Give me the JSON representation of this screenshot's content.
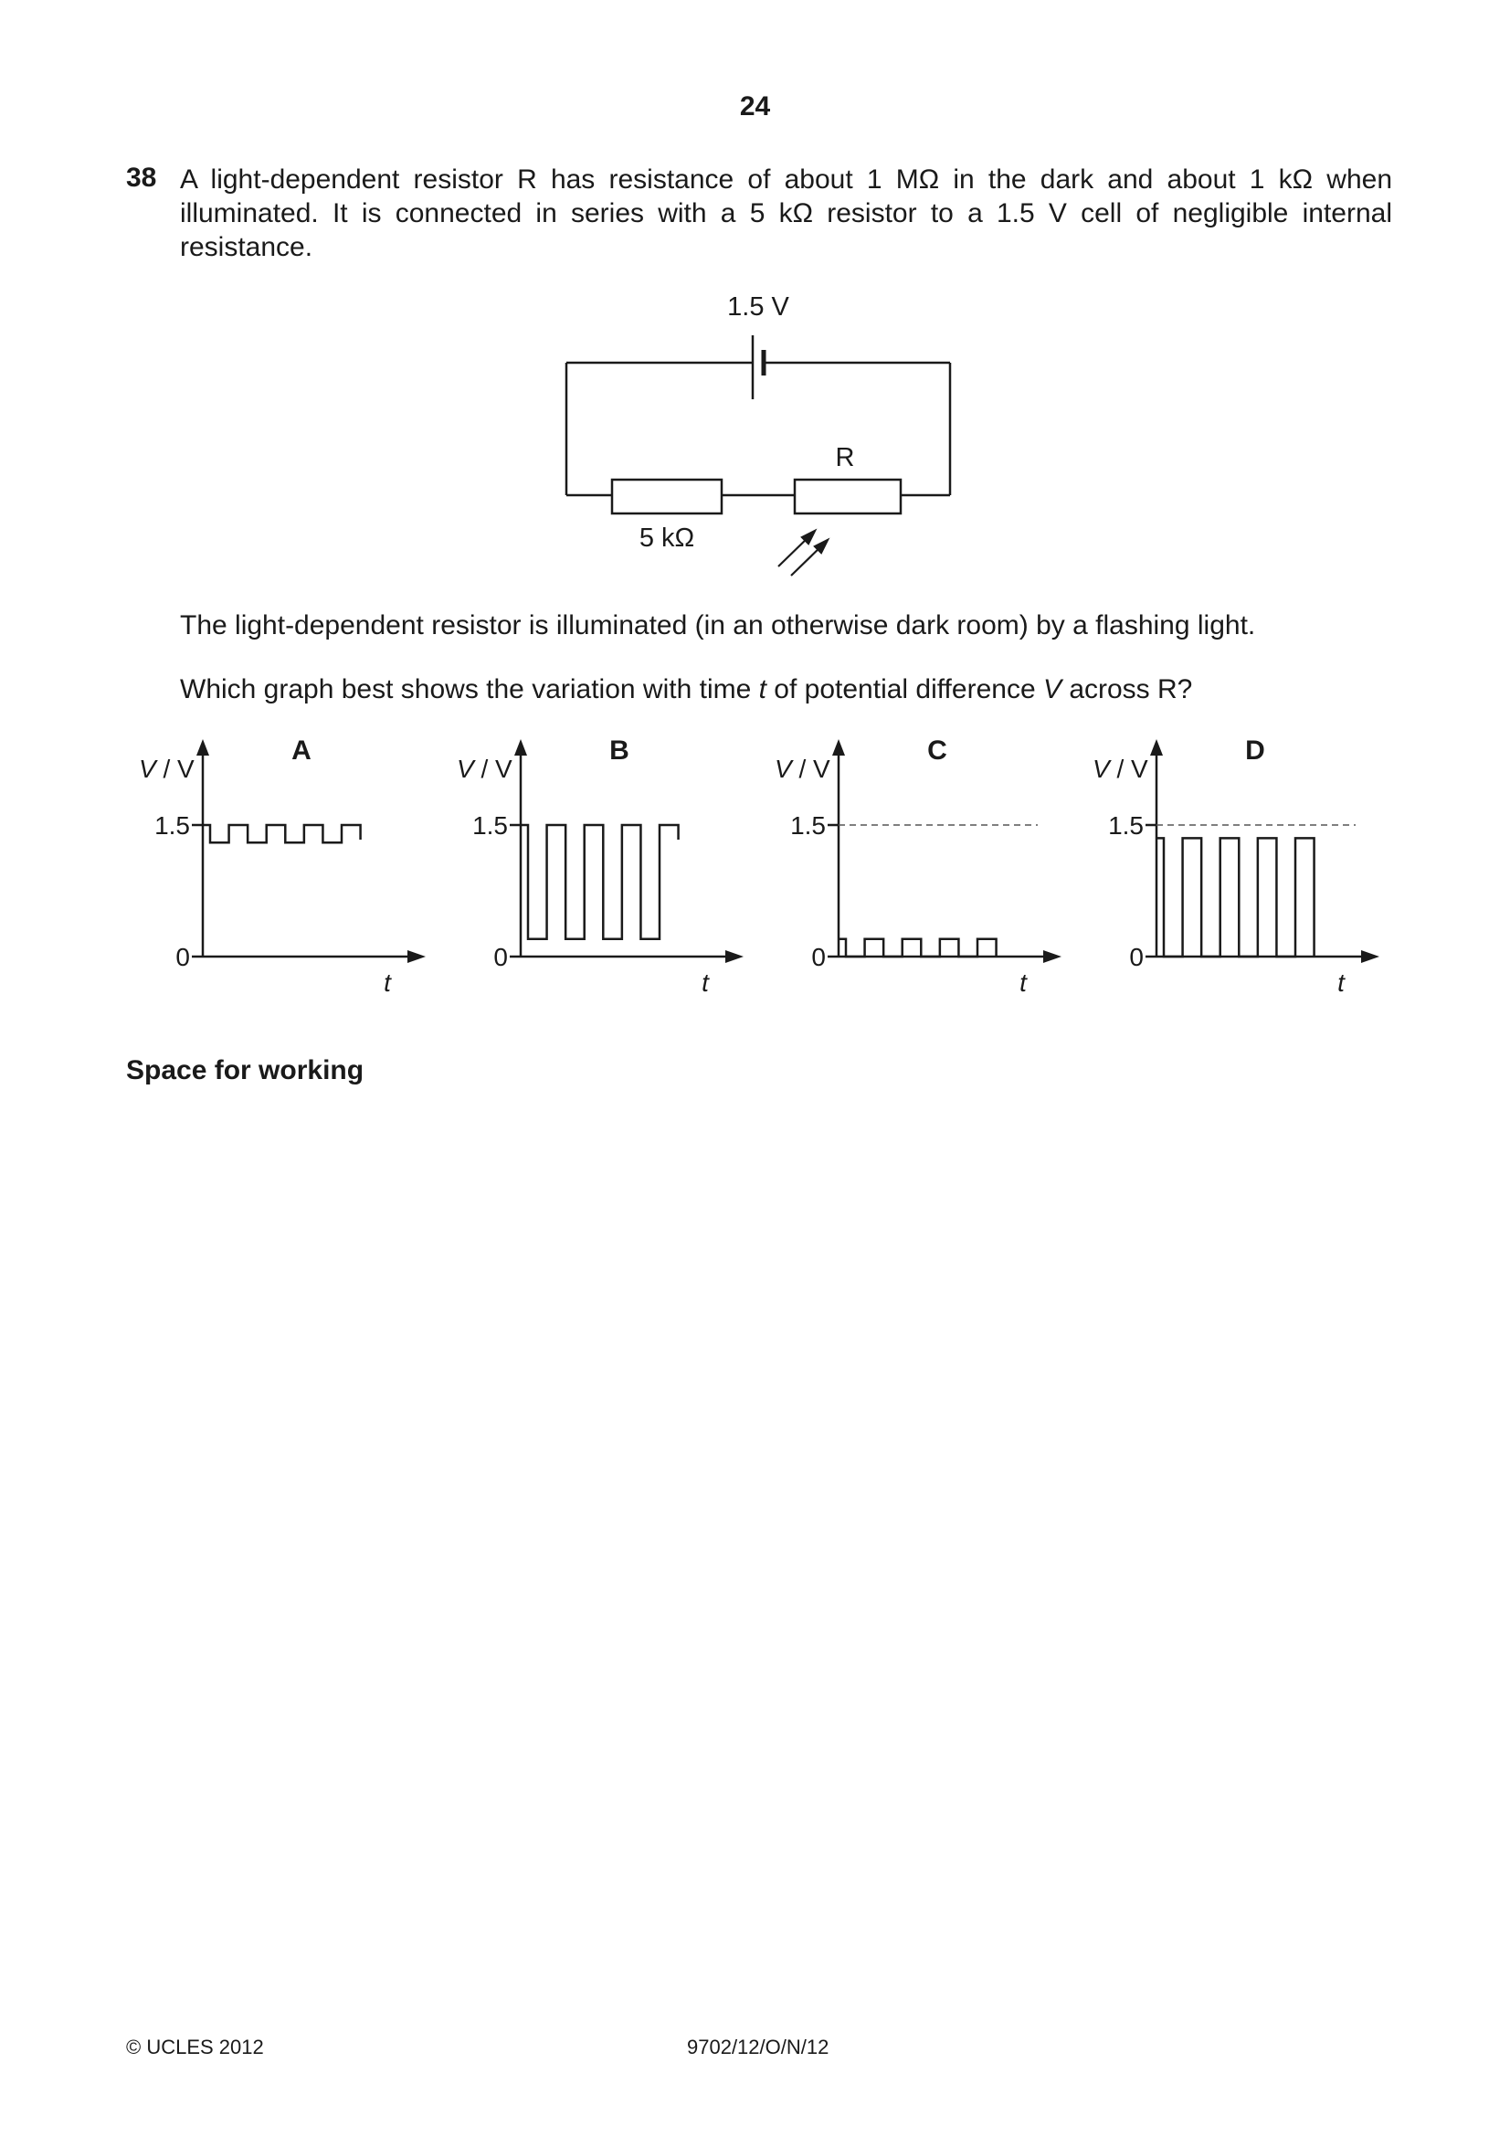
{
  "page_number": "24",
  "question": {
    "number": "38",
    "stem": "A light-dependent resistor R has resistance of about 1 MΩ in the dark and about 1 kΩ when illuminated. It is connected in series with a 5 kΩ resistor to a 1.5 V cell of negligible internal resistance.",
    "line1": "The light-dependent resistor is illuminated (in an otherwise dark room) by a flashing light.",
    "line2_a": "Which graph best shows the variation with time ",
    "line2_t": "t",
    "line2_b": " of potential difference ",
    "line2_v": "V",
    "line2_c": " across R?"
  },
  "circuit": {
    "cell_label": "1.5 V",
    "resistor_label": "5 kΩ",
    "ldr_label": "R"
  },
  "graphs": [
    {
      "letter": "A",
      "ylabel_v": "V",
      "ylabel_unit": " / V",
      "tick_high": "1.5",
      "tick_zero": "0",
      "xlabel": "t",
      "low": 1.3,
      "high": 1.5,
      "dashed": false
    },
    {
      "letter": "B",
      "ylabel_v": "V",
      "ylabel_unit": " / V",
      "tick_high": "1.5",
      "tick_zero": "0",
      "xlabel": "t",
      "low": 0.2,
      "high": 1.5,
      "dashed": false
    },
    {
      "letter": "C",
      "ylabel_v": "V",
      "ylabel_unit": " / V",
      "tick_high": "1.5",
      "tick_zero": "0",
      "xlabel": "t",
      "low": 0.0,
      "high": 0.2,
      "dashed": true
    },
    {
      "letter": "D",
      "ylabel_v": "V",
      "ylabel_unit": " / V",
      "tick_high": "1.5",
      "tick_zero": "0",
      "xlabel": "t",
      "low": 0.0,
      "high": 1.35,
      "dashed": true
    }
  ],
  "working_label": "Space for working",
  "footer": {
    "copyright": "© UCLES 2012",
    "code": "9702/12/O/N/12"
  }
}
